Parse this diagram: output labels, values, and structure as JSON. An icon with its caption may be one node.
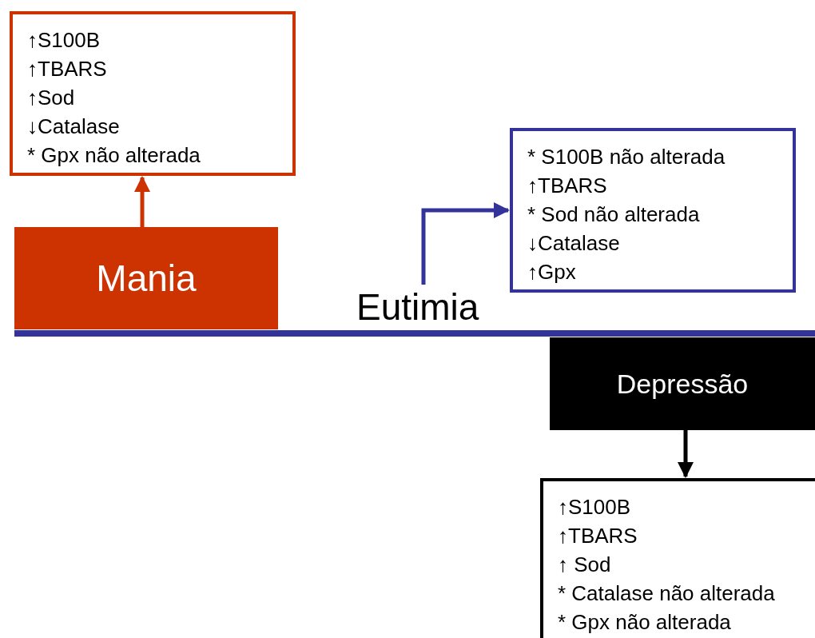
{
  "diagram": {
    "nodes": [
      {
        "text": [
          "↑S100B",
          "↑TBARS",
          "↑Sod",
          "↓Catalase",
          "* Gpx não alterada"
        ]
      },
      {
        "text": [
          "Mania"
        ]
      },
      {
        "text": [
          "* S100B não alterada",
          "↑TBARS",
          "* Sod não alterada",
          "↓Catalase",
          "↑Gpx"
        ]
      },
      {
        "text": [
          "Eutimia"
        ]
      },
      {
        "text": [
          "Depressão"
        ]
      },
      {
        "text": [
          "↑S100B",
          "↑TBARS",
          "↑ Sod",
          "* Catalase não alterada",
          "* Gpx não alterada"
        ]
      }
    ],
    "edges": [
      {
        "from": 1,
        "to": 0,
        "arrow": "to",
        "color": "#cc3300"
      },
      {
        "from": 3,
        "to": 2,
        "arrow": "to",
        "color": "#333399"
      },
      {
        "from": 4,
        "to": 5,
        "arrow": "to",
        "color": "#000000"
      }
    ]
  }
}
